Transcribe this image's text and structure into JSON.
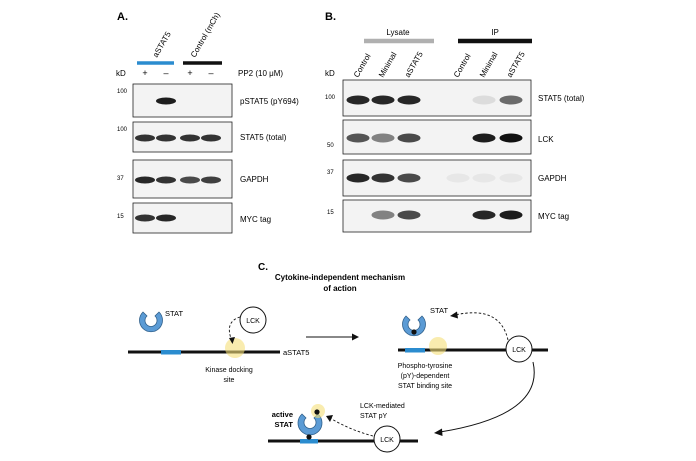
{
  "panelA": {
    "label": "A.",
    "group_labels": [
      "aSTAT5",
      "Control (mCh)"
    ],
    "group_colors": [
      "#2b8ccf",
      "#111111"
    ],
    "kd_label": "kD",
    "treatment_label": "PP2 (10 μM)",
    "treatments": [
      "+",
      "–",
      "+",
      "–"
    ],
    "blots": [
      {
        "mw": "100",
        "name": "pSTAT5 (pY694)",
        "bands": [
          0,
          0.95,
          0,
          0
        ]
      },
      {
        "mw": "100",
        "name": "STAT5 (total)",
        "bands": [
          0.85,
          0.85,
          0.85,
          0.85
        ]
      },
      {
        "mw": "37",
        "name": "GAPDH",
        "bands": [
          0.9,
          0.85,
          0.75,
          0.8
        ]
      },
      {
        "mw": "15",
        "name": "MYC tag",
        "bands": [
          0.85,
          0.9,
          0,
          0
        ]
      }
    ]
  },
  "panelB": {
    "label": "B.",
    "section_labels": [
      "Lysate",
      "IP"
    ],
    "section_colors": [
      "#b0b0b0",
      "#111111"
    ],
    "kd_label": "kD",
    "lanes": [
      "Control",
      "Minimal",
      "aSTAT5",
      "Control",
      "Minimal",
      "aSTAT5"
    ],
    "blots": [
      {
        "mw": "100",
        "name": "STAT5 (total)",
        "bands": [
          0.9,
          0.9,
          0.9,
          0,
          0.1,
          0.6
        ]
      },
      {
        "mw": "50",
        "name": "LCK",
        "bands": [
          0.7,
          0.5,
          0.75,
          0,
          0.95,
          1.0
        ]
      },
      {
        "mw": "37",
        "name": "GAPDH",
        "bands": [
          0.9,
          0.85,
          0.75,
          0.05,
          0.05,
          0.05
        ]
      },
      {
        "mw": "15",
        "name": "MYC tag",
        "bands": [
          0,
          0.5,
          0.75,
          0,
          0.9,
          0.95
        ]
      }
    ]
  },
  "panelC": {
    "label": "C.",
    "title_line1": "Cytokine-independent mechanism",
    "title_line2": "of action",
    "stat_label": "STAT",
    "lck_label": "LCK",
    "astat5_label": "aSTAT5",
    "docking_line1": "Kinase docking",
    "docking_line2": "site",
    "ptyr_line1": "Phospho-tyrosine",
    "ptyr_line2": "(pY)-dependent",
    "ptyr_line3": "STAT binding site",
    "active_line1": "active",
    "active_line2": "STAT",
    "mediated_line1": "LCK-mediated",
    "mediated_line2": "STAT pY",
    "stat_color": "#5b9bd5",
    "highlight_color": "#f5df7a"
  }
}
